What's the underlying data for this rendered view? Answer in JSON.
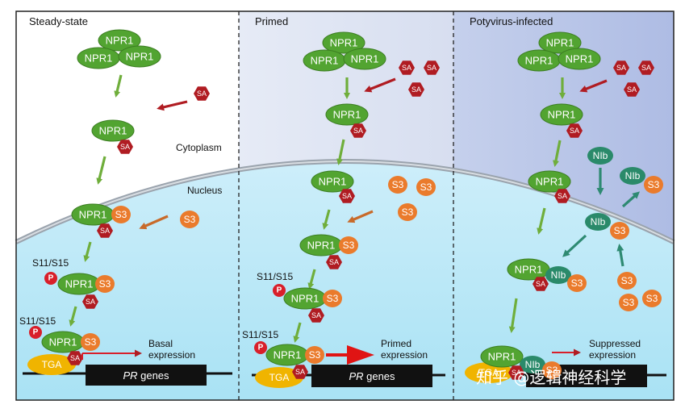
{
  "panels": {
    "steady": {
      "title": "Steady-state"
    },
    "primed": {
      "title": "Primed"
    },
    "infected": {
      "title": "Potyvirus-infected"
    }
  },
  "compartments": {
    "cytoplasm": "Cytoplasm",
    "nucleus": "Nucleus"
  },
  "labels": {
    "npr1": "NPR1",
    "sa": "SA",
    "s3": "S3",
    "nib": "NIb",
    "p": "P",
    "tga": "TGA",
    "phospho_site": "S11/S15",
    "gene_italic": "PR",
    "gene_rest": " genes"
  },
  "outputs": {
    "basal": [
      "Basal",
      "expression"
    ],
    "primed": [
      "Primed",
      "expression"
    ],
    "suppressed": [
      "Suppressed",
      "expression"
    ]
  },
  "watermark": "知乎 @逻辑神经科学",
  "colors": {
    "npr1_green": "#52a431",
    "sa_red": "#b01c22",
    "s3_orange": "#ea7b2c",
    "nib_teal": "#2a8a6a",
    "tga_yellow": "#f0b400",
    "nucleus_blue": "#c8ecf7",
    "arrow_green": "#6fae3b",
    "arrow_red": "#b01c22",
    "arrow_orange": "#c86a2a"
  }
}
